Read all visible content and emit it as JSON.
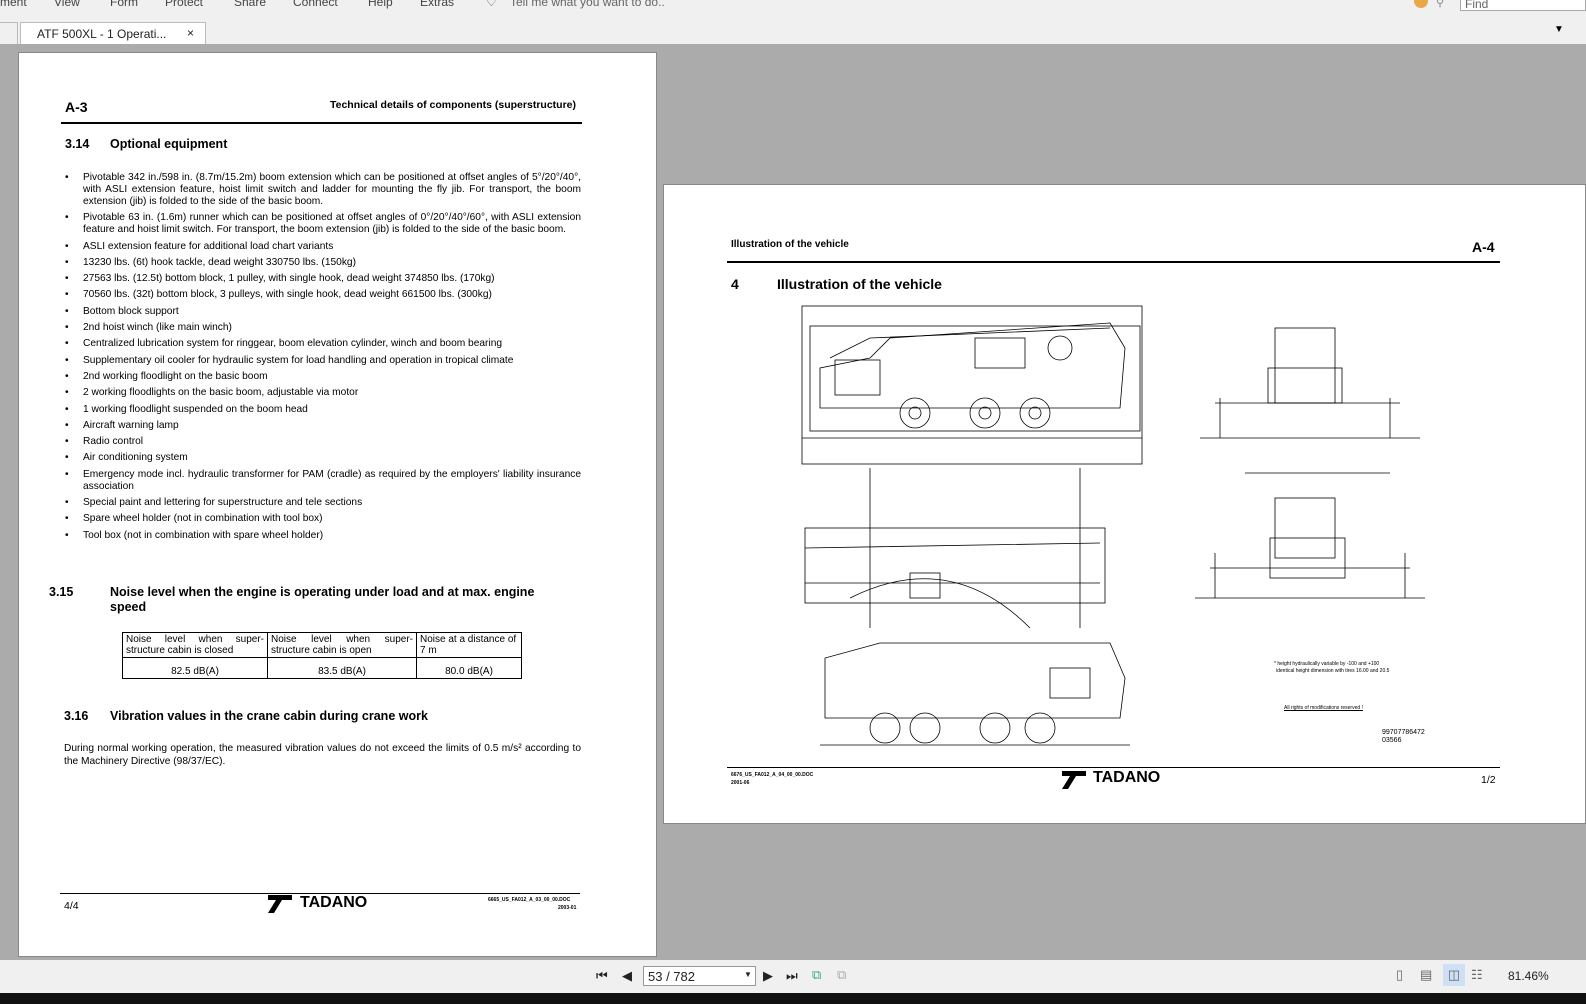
{
  "menu": [
    "ment",
    "View",
    "Form",
    "Protect",
    "Share",
    "Connect",
    "Help",
    "Extras"
  ],
  "tell_me": "Tell me what you want to do..",
  "find_placeholder": "Find",
  "tab": {
    "label": "ATF 500XL - 1 Operati...",
    "close": "×"
  },
  "left_page": {
    "page_id": "A-3",
    "header_title": "Technical details of components (superstructure)",
    "s314": {
      "num": "3.14",
      "title": "Optional equipment"
    },
    "items": [
      "Pivotable 342 in./598 in. (8.7m/15.2m) boom extension which can be positioned at offset angles of 5°/20°/40°, with ASLI extension feature, hoist limit switch and ladder for mounting the fly jib. For transport, the boom extension (jib) is folded to the side of the basic boom.",
      "Pivotable 63 in. (1.6m) runner which can be positioned at offset angles of 0°/20°/40°/60°, with ASLI extension feature and hoist limit switch. For transport, the boom extension (jib) is folded to the side of the basic boom.",
      "ASLI extension feature for additional load chart variants",
      "13230 lbs. (6t) hook tackle, dead weight 330750 lbs. (150kg)",
      "27563 lbs. (12.5t) bottom block, 1 pulley, with single hook, dead weight 374850 lbs. (170kg)",
      "70560 lbs. (32t) bottom block, 3 pulleys, with single hook, dead weight 661500 lbs. (300kg)",
      "Bottom block support",
      "2nd hoist winch (like main winch)",
      "Centralized lubrication system for ringgear, boom elevation cylinder, winch and boom bearing",
      "Supplementary oil cooler for hydraulic system for load handling and operation in tropical climate",
      "2nd working floodlight on the basic boom",
      "2 working floodlights on the basic boom, adjustable via motor",
      "1 working floodlight suspended on the boom head",
      "Aircraft warning lamp",
      "Radio control",
      "Air conditioning system",
      "Emergency mode incl. hydraulic transformer for PAM (cradle) as required by the employers' liability insurance association",
      "Special paint and lettering for superstructure and tele sections",
      "Spare wheel holder (not in combination with tool box)",
      "Tool box (not in combination with spare wheel holder)"
    ],
    "s315": {
      "num": "3.15",
      "title": "Noise level when the engine is operating under load and at max. engine speed"
    },
    "noise_table": {
      "headers": [
        "Noise level when super-structure cabin is closed",
        "Noise level when super-structure cabin is open",
        "Noise at a distance of 7 m"
      ],
      "values": [
        "82.5 dB(A)",
        "83.5 dB(A)",
        "80.0 dB(A)"
      ]
    },
    "s316": {
      "num": "3.16",
      "title": "Vibration values in the crane cabin during crane work"
    },
    "s316_text": "During normal working operation, the measured vibration values do not exceed the limits of 0.5 m/s² according to the Machinery Directive (98/37/EC).",
    "footer_page": "4/4",
    "logo": "TADANO",
    "footer_doc": "6665_US_FA012_A_03_00_00.DOC",
    "footer_date": "2003-01"
  },
  "right_page": {
    "header_title": "Illustration of the vehicle",
    "page_id": "A-4",
    "section": {
      "num": "4",
      "title": "Illustration of the vehicle"
    },
    "note1": "* height hydraulically variable by -100 and +100",
    "note2": "identical height dimension with tires 16.00 and 20.5",
    "rights": "All rights of modifications reserved !",
    "ref1": "99707786472",
    "ref2": "03566",
    "footer_doc": "6676_US_FA012_A_04_00_00.DOC",
    "footer_date": "2001-06",
    "logo": "TADANO",
    "footer_page": "1/2"
  },
  "statusbar": {
    "page_input": "53 / 782",
    "zoom": "81.46%"
  }
}
